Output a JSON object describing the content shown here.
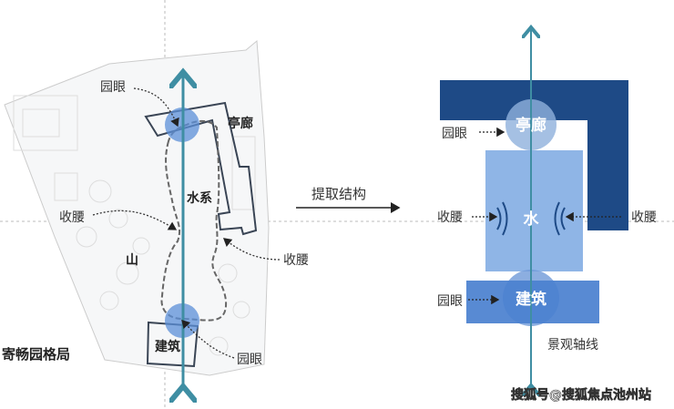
{
  "left_plan": {
    "title": "寄畅园格局",
    "labels": {
      "eye_top": "园眼",
      "pavilion": "亭廊",
      "water": "水系",
      "waist_left": "收腰",
      "waist_right": "收腰",
      "mountain": "山",
      "building": "建筑",
      "eye_bottom": "园眼"
    }
  },
  "process_arrow_label": "提取结构",
  "right_diagram": {
    "labels": {
      "pavilion": "亭廊",
      "eye_top": "园眼",
      "water": "水",
      "waist_left": "收腰",
      "waist_right": "收腰",
      "building": "建筑",
      "eye_bottom": "园眼",
      "axis": "景观轴线"
    }
  },
  "watermark": "搜狐号@搜狐焦点池州站",
  "colors": {
    "axis": "#3f8ea3",
    "dark_block": "#1e4a86",
    "water_block": "#8fb5e6",
    "building_block": "#4a80cf",
    "eye_circle": "#5b8fd8"
  }
}
